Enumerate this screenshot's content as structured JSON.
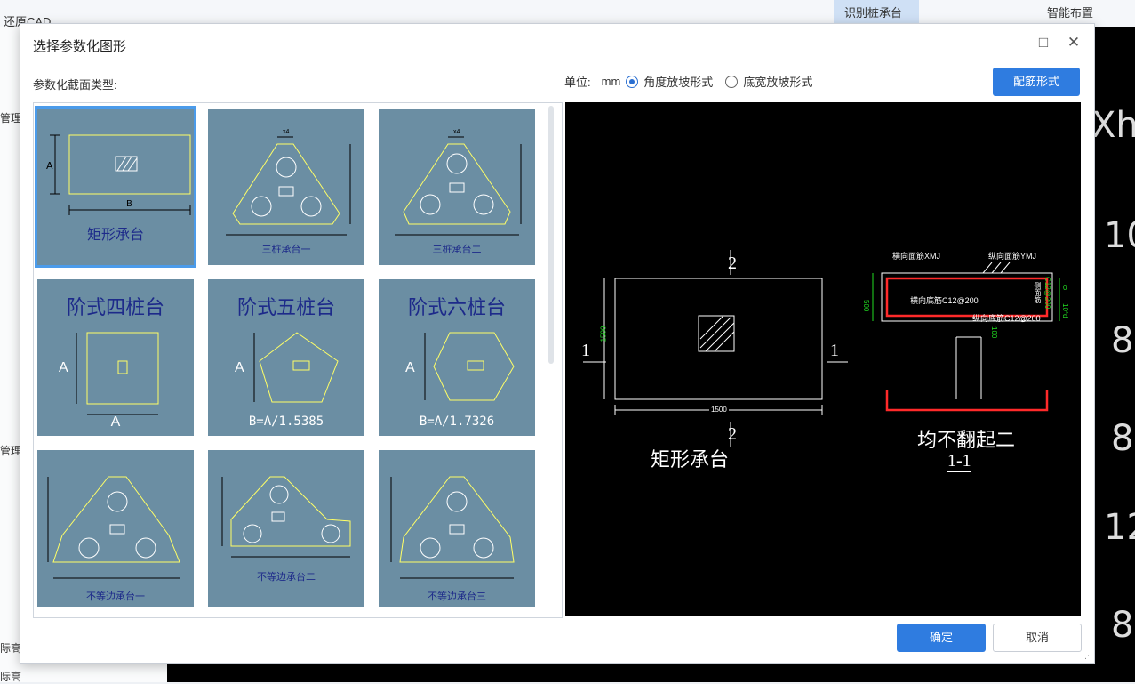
{
  "toolbar": {
    "items": [
      "识别桩承台",
      "智能布置"
    ],
    "partial_left": "还原CAD"
  },
  "left_panel": {
    "items": [
      "管理",
      "管理",
      "际高",
      "际高"
    ]
  },
  "canvas": {
    "labels": [
      "Xh",
      "10",
      "8",
      "8",
      "12",
      "8"
    ]
  },
  "dialog": {
    "title": "选择参数化图形",
    "maximize_icon": "maximize-icon",
    "close_icon": "close-icon",
    "section_label": "参数化截面类型:",
    "unit_label": "单位:",
    "unit_value": "mm",
    "radio_options": [
      {
        "label": "角度放坡形式",
        "selected": true
      },
      {
        "label": "底宽放坡形式",
        "selected": false
      }
    ],
    "rebar_button": "配筋形式",
    "ok_button": "确定",
    "cancel_button": "取消"
  },
  "gallery": {
    "items": [
      {
        "caption": "矩形承台",
        "selected": true
      },
      {
        "caption": "三桩承台一"
      },
      {
        "caption": "三桩承台二"
      },
      {
        "caption": "阶式四桩台",
        "sub": "A"
      },
      {
        "caption": "阶式五桩台",
        "sub": "B=A/1.5385"
      },
      {
        "caption": "阶式六桩台",
        "sub": "B=A/1.7326"
      },
      {
        "caption": "不等边承台一"
      },
      {
        "caption": "不等边承台二"
      },
      {
        "caption": "不等边承台三"
      }
    ]
  },
  "preview": {
    "plan_title": "矩形承台",
    "dim_width": "1500",
    "dim_height": "1500",
    "section_marks": [
      "2",
      "2",
      "1",
      "1"
    ],
    "section_title": "均不翻起二",
    "section_label": "1-1",
    "rebar_labels": [
      "横向面筋XMJ",
      "纵向面筋YMJ",
      "横向底筋C12@200",
      "纵向底筋C12@200",
      "侧面筋",
      "C12@200",
      "500",
      "100",
      "0",
      "10*d"
    ]
  },
  "colors": {
    "accent": "#2f7ce0",
    "thumb_bg": "#6b8ea3",
    "cad_line": "#ffff66",
    "red_rebar": "#ff2a2a",
    "green_dim": "#22dd22"
  }
}
